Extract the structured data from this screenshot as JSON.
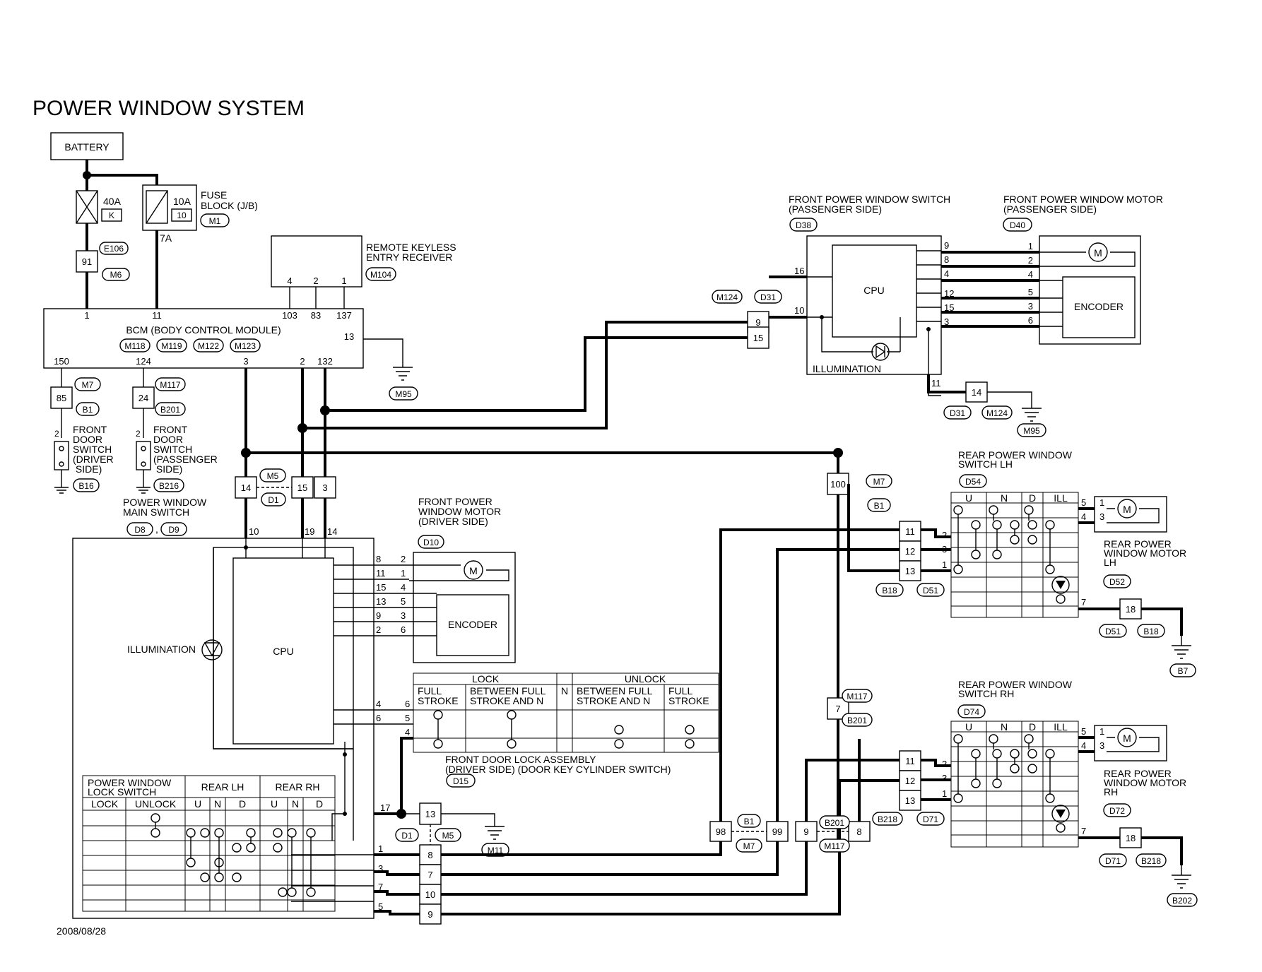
{
  "title": "POWER WINDOW SYSTEM",
  "date": "2008/08/28",
  "battery": "BATTERY",
  "fuses": {
    "main": {
      "rating": "40A",
      "id": "K"
    },
    "fuse10": {
      "rating": "10A",
      "id": "10"
    },
    "block": "FUSE\nBLOCK (J/B)",
    "block_conn": "M1",
    "pin_7a": "7A"
  },
  "connectors": {
    "e106": "E106",
    "m6": "M6",
    "jct_91": "91",
    "m7": "M7",
    "b1": "B1",
    "jct_85": "85",
    "m117": "M117",
    "b201": "B201",
    "jct_24": "24",
    "b16": "B16",
    "b216": "B216",
    "m95": "M95",
    "m95b": "M95",
    "m5": "M5",
    "d1": "D1",
    "d8": "D8",
    "d9": "D9",
    "d10": "D10",
    "d15": "D15",
    "m11": "M11",
    "m104": "M104",
    "d38": "D38",
    "d40": "D40",
    "m124": "M124",
    "d31": "D31",
    "d31b": "D31",
    "m124b": "M124",
    "d54": "D54",
    "d52": "D52",
    "b18": "B18",
    "d51": "D51",
    "d51b": "D51",
    "b18b": "B18",
    "b7": "B7",
    "m7b": "M7",
    "b1b": "B1",
    "m117b": "M117",
    "b201b": "B201",
    "d74": "D74",
    "d72": "D72",
    "b218": "B218",
    "d71": "D71",
    "d71b": "D71",
    "b218b": "B218",
    "b202": "B202",
    "b1c": "B1",
    "m7c": "M7",
    "b201c": "B201",
    "m117c": "M117",
    "d1b": "D1",
    "m5b": "M5"
  },
  "bcm": {
    "label": "BCM (BODY CONTROL MODULE)",
    "conns": [
      "M118",
      "M119",
      "M122",
      "M123"
    ],
    "pins": {
      "p1": "1",
      "p11": "11",
      "p103": "103",
      "p83": "83",
      "p137": "137",
      "p13": "13",
      "p150": "150",
      "p124": "124",
      "p3": "3",
      "p2": "2",
      "p132": "132"
    }
  },
  "rke": {
    "label": "REMOTE KEYLESS\nENTRY RECEIVER",
    "pins": [
      "4",
      "2",
      "1"
    ]
  },
  "door_switch_driver": {
    "label": "FRONT\nDOOR\nSWITCH\n(DRIVER\nSIDE)",
    "pin": "2"
  },
  "door_switch_pass": {
    "label": "FRONT\nDOOR\nSWITCH\n(PASSENGER\nSIDE)",
    "pin": "2"
  },
  "main_switch": {
    "label": "POWER WINDOW\nMAIN SWITCH",
    "cpu": "CPU",
    "illumination": "ILLUMINATION",
    "top_pins": [
      "10",
      "19",
      "14"
    ],
    "junctions": [
      "14",
      "15",
      "3"
    ],
    "motor_pins_sw": [
      "8",
      "11",
      "15",
      "13",
      "9",
      "2"
    ],
    "motor_pins_mt": [
      "2",
      "1",
      "4",
      "5",
      "3",
      "6"
    ],
    "lock_pins_sw": [
      "4",
      "6"
    ],
    "lock_pins_lk": [
      "6",
      "5",
      "4"
    ],
    "gnd_pin": "17",
    "gnd_jct": "13",
    "rear_pins": [
      "1",
      "3",
      "7",
      "5"
    ],
    "rear_jcts": [
      "8",
      "7",
      "10",
      "9"
    ]
  },
  "lock_table": {
    "title": "POWER WINDOW\nLOCK SWITCH",
    "rear_lh": "REAR LH",
    "rear_rh": "REAR RH",
    "lock": "LOCK",
    "unlock": "UNLOCK",
    "u": "U",
    "n": "N",
    "d": "D"
  },
  "front_motor_driver": {
    "label": "FRONT POWER\nWINDOW MOTOR\n(DRIVER SIDE)",
    "encoder": "ENCODER",
    "motor": "M"
  },
  "door_lock": {
    "label": "FRONT DOOR LOCK ASSEMBLY\n(DRIVER SIDE) (DOOR KEY CYLINDER SWITCH)",
    "lock": "LOCK",
    "unlock": "UNLOCK",
    "n": "N",
    "full_stroke": "FULL\nSTROKE",
    "between": "BETWEEN FULL\nSTROKE AND N"
  },
  "front_switch_pass": {
    "label": "FRONT POWER WINDOW SWITCH\n(PASSENGER SIDE)",
    "cpu": "CPU",
    "illumination": "ILLUMINATION",
    "in_pins": [
      "16",
      "10"
    ],
    "jcts": [
      "9",
      "15"
    ],
    "out_pins": [
      "9",
      "8",
      "4",
      "12",
      "15",
      "3"
    ],
    "gnd_pin": "11",
    "gnd_jct": "14"
  },
  "front_motor_pass": {
    "label": "FRONT POWER WINDOW MOTOR\n(PASSENGER SIDE)",
    "encoder": "ENCODER",
    "motor": "M",
    "pins": [
      "1",
      "2",
      "4",
      "5",
      "3",
      "6"
    ]
  },
  "rear_switch_lh": {
    "label": "REAR POWER WINDOW\nSWITCH LH",
    "headers": [
      "U",
      "N",
      "D",
      "ILL"
    ],
    "in_pins": [
      "2",
      "3",
      "1"
    ],
    "jcts": [
      "11",
      "12",
      "13"
    ],
    "pwr_jct": "100",
    "out_pins": [
      "5",
      "4"
    ],
    "gnd_pin": "7",
    "gnd_jct": "18"
  },
  "rear_motor_lh": {
    "label": "REAR POWER\nWINDOW MOTOR\nLH",
    "motor": "M",
    "pins": [
      "1",
      "3"
    ]
  },
  "rear_switch_rh": {
    "label": "REAR POWER WINDOW\nSWITCH RH",
    "headers": [
      "U",
      "N",
      "D",
      "ILL"
    ],
    "in_pins": [
      "2",
      "3",
      "1"
    ],
    "jcts": [
      "11",
      "12",
      "13"
    ],
    "pwr_jct": "7",
    "out_pins": [
      "5",
      "4"
    ],
    "gnd_pin": "7",
    "gnd_jct": "18"
  },
  "rear_motor_rh": {
    "label": "REAR POWER\nWINDOW MOTOR\nRH",
    "motor": "M",
    "pins": [
      "1",
      "3"
    ]
  },
  "inline_jcts": {
    "j98": "98",
    "j99": "99",
    "j9": "9",
    "j8": "8"
  }
}
